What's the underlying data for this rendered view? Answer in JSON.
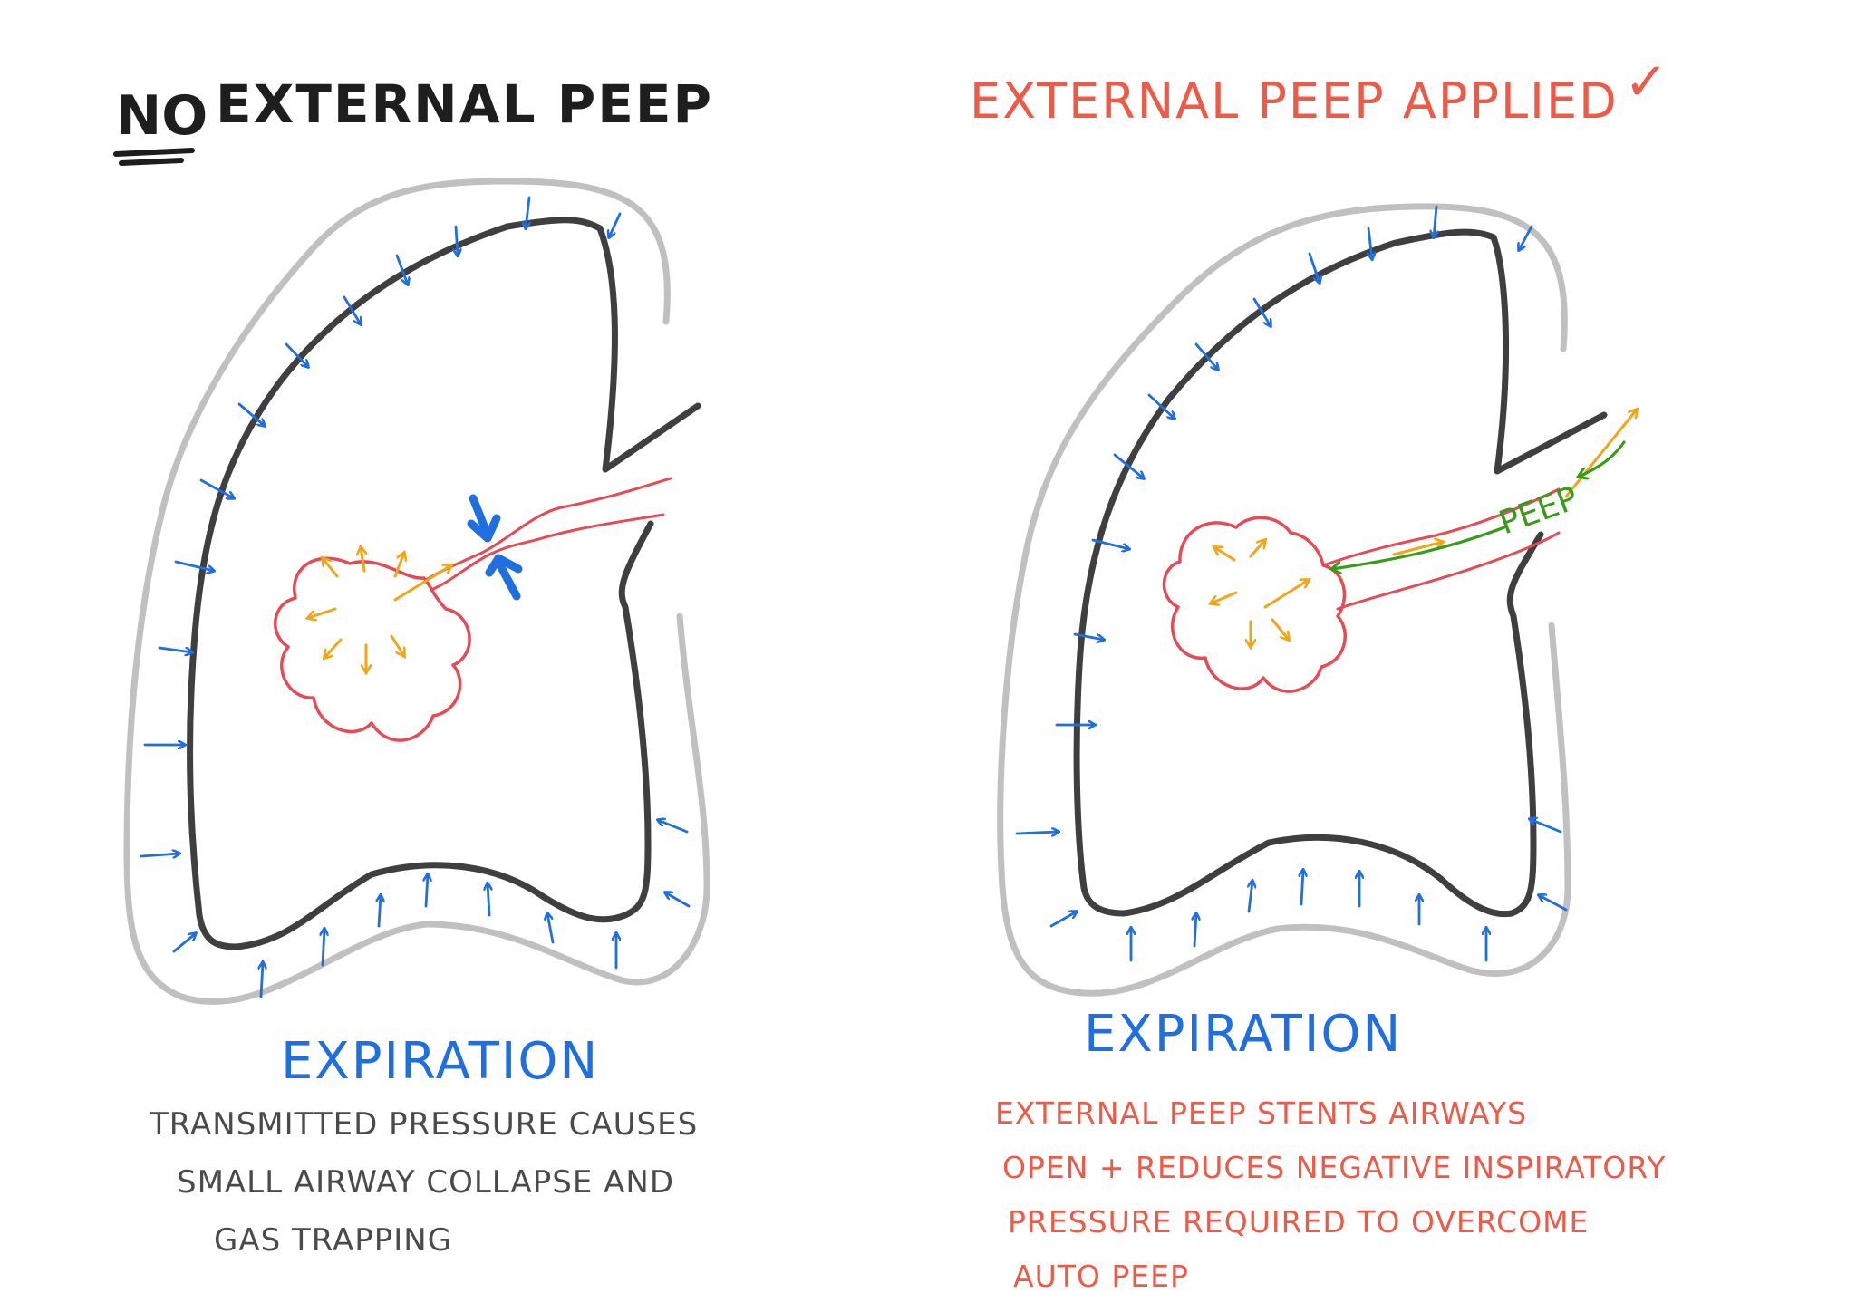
{
  "colors": {
    "ink_dark": "#1e1e1e",
    "outline_gray": "#bdbdbd",
    "lung_dark": "#3f3f3f",
    "pressure_blue": "#1f6fe0",
    "alveolus_red": "#e84a55",
    "flow_orange": "#f2a516",
    "peep_green": "#3a9a1a",
    "note_red": "#ee5a48",
    "note_gray": "#4a4a4a"
  },
  "left_panel": {
    "title_prefix": "No",
    "title_rest": "External PEEP",
    "phase_label": "Expiration",
    "note_lines": [
      "Transmitted pressure causes",
      "small airway collapse and",
      "gas trapping"
    ]
  },
  "right_panel": {
    "title": "External PEEP applied",
    "title_mark": "✓",
    "peep_label": "PEEP",
    "phase_label": "Expiration",
    "note_lines": [
      "External PEEP stents airways",
      "open + reduces negative inspiratory",
      "pressure required to overcome",
      "auto PEEP"
    ]
  }
}
